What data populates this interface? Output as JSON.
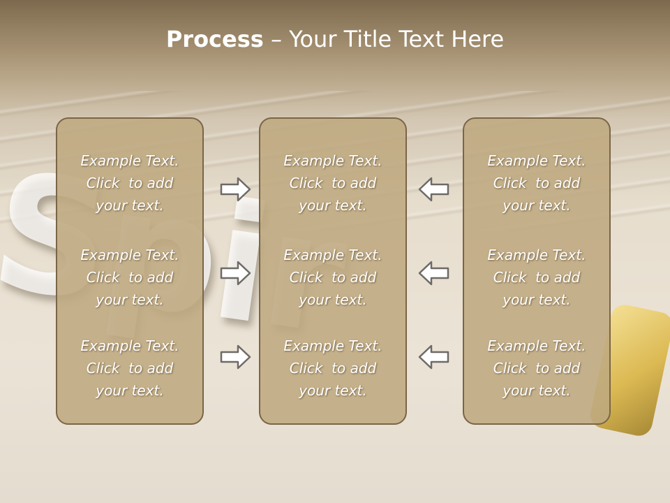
{
  "title": {
    "bold": "Process",
    "rest": " – Your Title Text Here"
  },
  "panels": [
    {
      "items": [
        {
          "line1": "Example Text.",
          "line2": "Click  to add",
          "line3": "your text."
        },
        {
          "line1": "Example Text.",
          "line2": "Click  to add",
          "line3": "your text."
        },
        {
          "line1": "Example Text.",
          "line2": "Click  to add",
          "line3": "your text."
        }
      ]
    },
    {
      "items": [
        {
          "line1": "Example Text.",
          "line2": "Click  to add",
          "line3": "your text."
        },
        {
          "line1": "Example Text.",
          "line2": "Click  to add",
          "line3": "your text."
        },
        {
          "line1": "Example Text.",
          "line2": "Click  to add",
          "line3": "your text."
        }
      ]
    },
    {
      "items": [
        {
          "line1": "Example Text.",
          "line2": "Click  to add",
          "line3": "your text."
        },
        {
          "line1": "Example Text.",
          "line2": "Click  to add",
          "line3": "your text."
        },
        {
          "line1": "Example Text.",
          "line2": "Click  to add",
          "line3": "your text."
        }
      ]
    }
  ],
  "arrows": {
    "left_column": [
      "arrow-right-icon",
      "arrow-right-icon",
      "arrow-right-icon"
    ],
    "right_column": [
      "arrow-left-icon",
      "arrow-left-icon",
      "arrow-left-icon"
    ]
  },
  "colors": {
    "header": "#7d6a4e",
    "panel_fill": "#bea880",
    "panel_border": "#7a6547",
    "text": "#ffffff"
  }
}
